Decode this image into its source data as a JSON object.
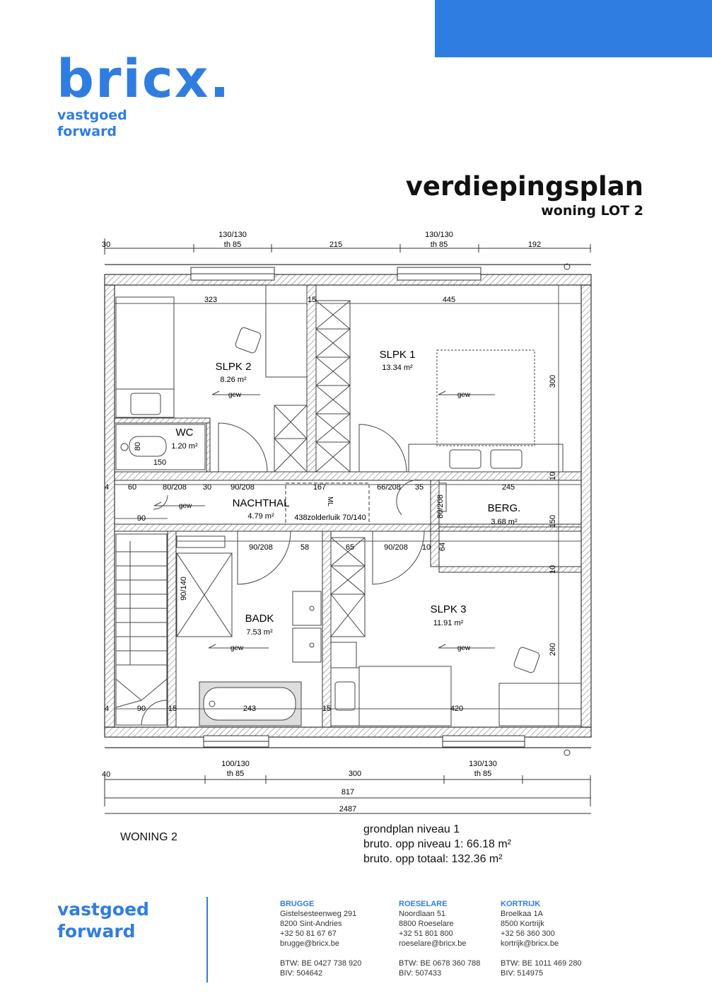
{
  "brand": {
    "logo_text": "bricx.",
    "tagline_line1": "vastgoed",
    "tagline_line2": "forward",
    "accent_color": "#2f7de1"
  },
  "heading": {
    "title": "verdiepingsplan",
    "subtitle": "woning LOT 2"
  },
  "plan": {
    "rooms": [
      {
        "name": "SLPK 2",
        "area": "8.26 m²"
      },
      {
        "name": "SLPK 1",
        "area": "13.34 m²"
      },
      {
        "name": "WC",
        "area": "1.20 m²"
      },
      {
        "name": "NACHTHAL",
        "area": "4.79 m²"
      },
      {
        "name": "BERG.",
        "area": "3.68 m²"
      },
      {
        "name": "BADK",
        "area": "7.53 m²"
      },
      {
        "name": "SLPK 3",
        "area": "11.91 m²"
      }
    ],
    "floor_label": "gew",
    "hatch_label": "438zolderluik 70/140",
    "ml_label": "ML",
    "top_dims": {
      "win1": "130/130",
      "win1_th": "th 85",
      "gap": "215",
      "win2": "130/130",
      "win2_th": "th 85",
      "end": "192",
      "start": "30"
    },
    "inner_dims": {
      "slpk2_width": "323",
      "wall_15": "15",
      "slpk1_width": "445",
      "height_300": "300",
      "wc_80": "80",
      "wc_150": "150",
      "row_60": "60",
      "door_80_208": "80/208",
      "wall_30": "30",
      "door_90_208_a": "90/208",
      "hall_167": "167",
      "door_66_208": "66/208",
      "wall_35": "35",
      "door_80_208_b": "80/208",
      "berg_245": "245",
      "wall_10a": "10",
      "berg_150": "150",
      "wall_10b": "10",
      "stair_90": "90",
      "door_90_208_b": "90/208",
      "badk_58": "58",
      "slpk3_65": "65",
      "door_90_208_c": "90/208",
      "wall_10c": "10",
      "berg_64": "64",
      "shower_90_140": "90/140",
      "height_260": "260",
      "stair_bottom_90": "90",
      "wall_15b": "15",
      "bath_243": "243",
      "wall_15c": "15",
      "slpk3_420": "420",
      "wall_4a": "4",
      "wall_4b": "4"
    },
    "bottom_dims": {
      "win3": "100/130",
      "win3_th": "th 85",
      "gap": "300",
      "win4": "130/130",
      "win4_th": "th 85",
      "start": "40",
      "total_inner": "817",
      "total": "2487"
    }
  },
  "info": {
    "woning": "WONING 2",
    "line1": "grondplan niveau 1",
    "line2": "bruto. opp niveau 1:  66.18 m²",
    "line3": "bruto. opp totaal: 132.36 m²"
  },
  "footer": {
    "tag_line1": "vastgoed",
    "tag_line2": "forward",
    "offices": [
      {
        "name": "BRUGGE",
        "street": "Gistelsesteenweg 291",
        "city": "8200 Sint-Andries",
        "phone": "+32 50 81 67 67",
        "email": "brugge@bricx.be",
        "btw": "BTW: BE 0427 738 920",
        "biv": "BIV: 504642"
      },
      {
        "name": "ROESELARE",
        "street": "Noordlaan 51",
        "city": "8800 Roeselare",
        "phone": "+32 51 801 800",
        "email": "roeselare@bricx.be",
        "btw": "BTW: BE 0678 360 788",
        "biv": "BIV: 507433"
      },
      {
        "name": "KORTRIJK",
        "street": "Broelkaa 1A",
        "city": "8500 Kortrijk",
        "phone": "+32 56 360 300",
        "email": "kortrijk@bricx.be",
        "btw": "BTW: BE 1011 469 280",
        "biv": "BIV: 514975"
      }
    ]
  }
}
